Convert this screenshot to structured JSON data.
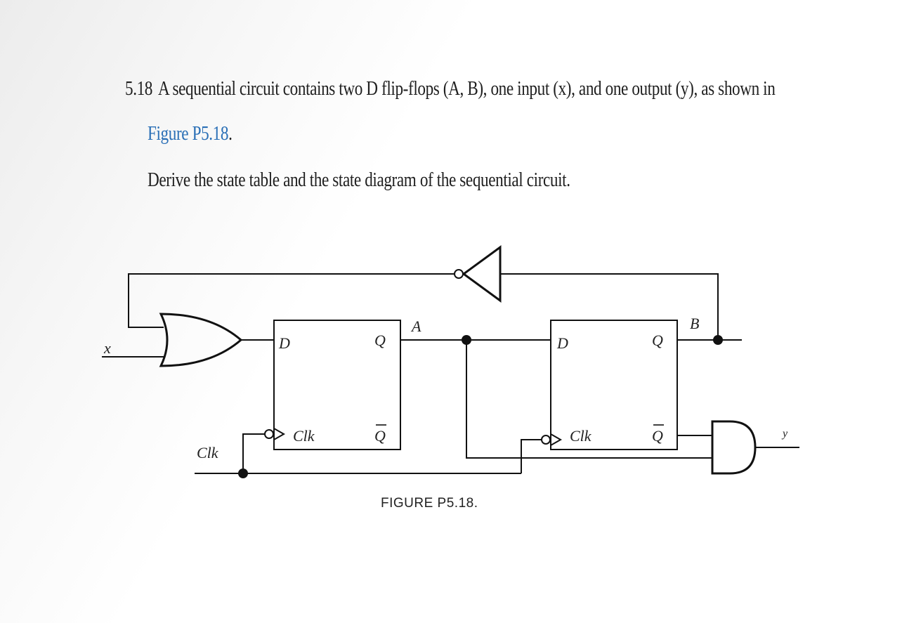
{
  "problem": {
    "number": "5.18",
    "statement": "A sequential circuit contains two D flip-flops (A, B), one input (x), and one output (y), as shown in",
    "figure_ref": "Figure P5.18",
    "figure_ref_trailing": ".",
    "task": "Derive the state table and the state diagram of the sequential circuit."
  },
  "figure": {
    "caption": "FIGURE P5.18.",
    "labels": {
      "input_x": "x",
      "clk_in": "Clk",
      "ff_a_d": "D",
      "ff_a_q": "Q",
      "ff_a_qbar": "Q",
      "ff_a_clk": "Clk",
      "state_a": "A",
      "ff_b_d": "D",
      "ff_b_q": "Q",
      "ff_b_qbar": "Q",
      "ff_b_clk": "Clk",
      "state_b": "B",
      "output_y": "y"
    }
  }
}
